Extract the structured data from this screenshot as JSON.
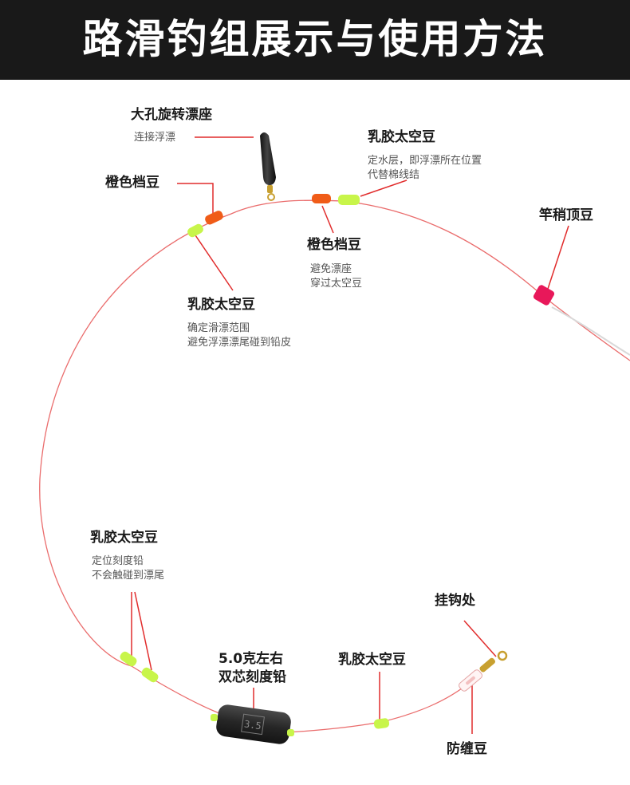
{
  "title": "路滑钓组展示与使用方法",
  "colors": {
    "banner": "#191919",
    "line": "#ea6c6c",
    "leader": "#e12c2c",
    "bead_green": "#c8f54a",
    "bead_orange": "#f05c18",
    "bead_pink": "#e8185a",
    "weight": "#2b2b2b",
    "swivel": "#c8a030"
  },
  "labels": {
    "float_seat": {
      "name": "大孔旋转漂座",
      "desc": [
        "连接浮漂"
      ]
    },
    "orange_stopper_left": {
      "name": "橙色档豆"
    },
    "latex_bean_top_right": {
      "name": "乳胶太空豆",
      "desc": [
        "定水层，即浮漂所在位置",
        "代替棉线结"
      ]
    },
    "rod_tip_bean": {
      "name": "竿稍顶豆"
    },
    "orange_stopper_mid": {
      "name": "橙色档豆",
      "desc": [
        "避免漂座",
        "穿过太空豆"
      ]
    },
    "latex_bean_mid": {
      "name": "乳胶太空豆",
      "desc": [
        "确定滑漂范围",
        "避免浮漂漂尾碰到铅皮"
      ]
    },
    "latex_bean_left": {
      "name": "乳胶太空豆",
      "desc": [
        "定位刻度铅",
        "不会触碰到漂尾"
      ]
    },
    "hook_point": {
      "name": "挂钩处"
    },
    "weight": {
      "name": [
        "5.0克左右",
        "双芯刻度铅"
      ],
      "marking": "3.5"
    },
    "latex_bean_bottom": {
      "name": "乳胶太空豆"
    },
    "anti_tangle_bean": {
      "name": "防缠豆"
    }
  }
}
